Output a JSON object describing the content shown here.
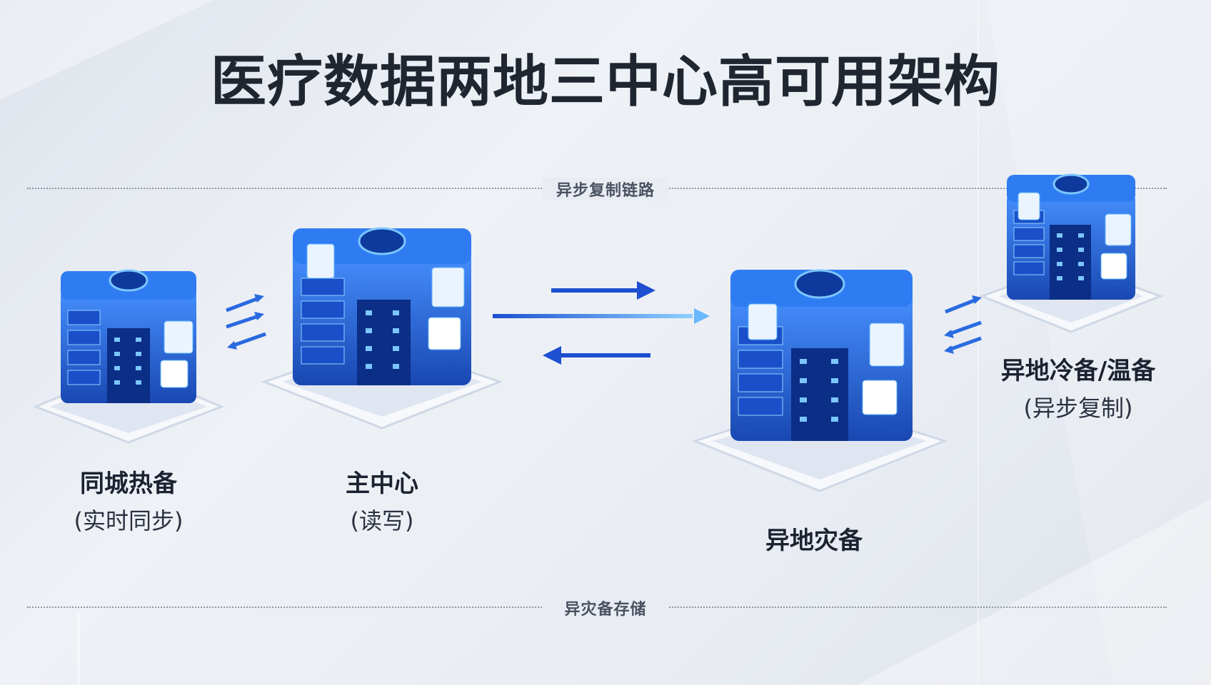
{
  "title": "医疗数据两地三中心高可用架构",
  "divider_top_label": "异步复制链路",
  "divider_bottom_label": "异灾备存储",
  "nodes": {
    "standby": {
      "name": "同城热备",
      "sub": "(实时同步)"
    },
    "primary": {
      "name": "主中心",
      "sub": "(读写)"
    },
    "dr": {
      "name": "异地灾备",
      "sub": ""
    },
    "cold": {
      "name": "异地冷备/温备",
      "sub": "(异步复制)"
    }
  },
  "colors": {
    "accent": "#1e5fd8",
    "dark": "#0c2e82",
    "glow": "#5fb4ff",
    "title": "#1f2630"
  }
}
